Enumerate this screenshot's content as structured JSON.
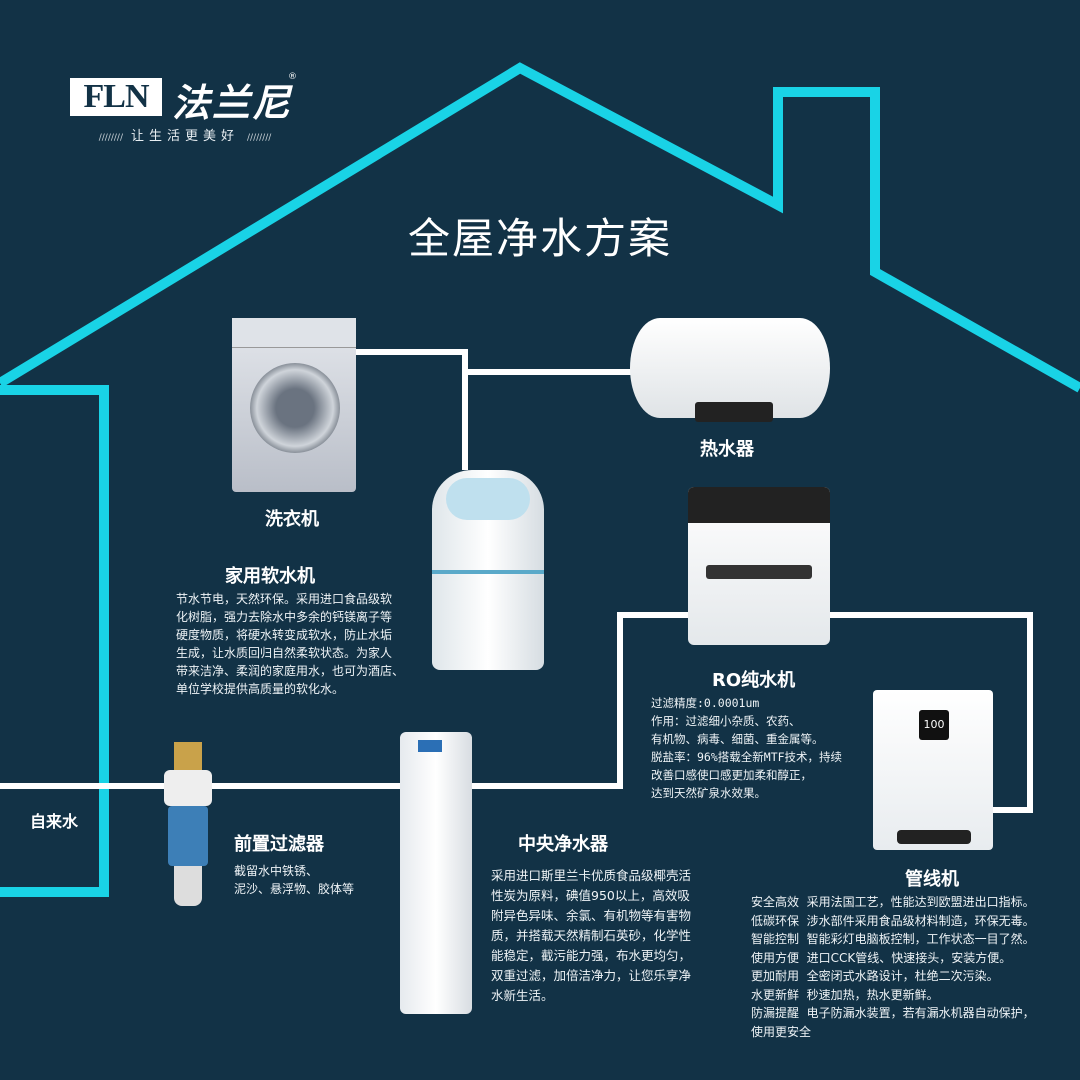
{
  "brand": {
    "logo_latin": "FLN",
    "logo_cn": "法兰尼",
    "registered": "®",
    "slogan": "让生活更美好"
  },
  "title": "全屋净水方案",
  "colors": {
    "background": "#123246",
    "house_outline": "#19d3e6",
    "pipes": "#ffffff"
  },
  "inlet": {
    "label": "自来水"
  },
  "washing_machine": {
    "label": "洗衣机"
  },
  "water_heater": {
    "label": "热水器"
  },
  "softener": {
    "label": "家用软水机",
    "desc": [
      "节水节电，天然环保。采用进口食品级软",
      "化树脂，强力去除水中多余的钙镁离子等",
      "硬度物质，将硬水转变成软水，防止水垢",
      "生成，让水质回归自然柔软状态。为家人",
      "带来洁净、柔润的家庭用水，也可为酒店、",
      "单位学校提供高质量的软化水。"
    ]
  },
  "ro": {
    "label": "RO纯水机",
    "desc": [
      "过滤精度:0.0001um",
      "作用：过滤细小杂质、农药、",
      "有机物、病毒、细菌、重金属等。",
      "脱盐率：96%搭载全新MTF技术，持续",
      "改善口感使口感更加柔和醇正，",
      "达到天然矿泉水效果。"
    ]
  },
  "prefilter": {
    "label": "前置过滤器",
    "desc": [
      "截留水中铁锈、",
      "泥沙、悬浮物、胶体等"
    ]
  },
  "central": {
    "label": "中央净水器",
    "desc": [
      "采用进口斯里兰卡优质食品级椰壳活",
      "性炭为原料，碘值950以上，高效吸",
      "附异色异味、余氯、有机物等有害物",
      "质，并搭载天然精制石英砂，化学性",
      "能稳定，截污能力强，布水更均匀，",
      "双重过滤，加倍洁净力，让您乐享净",
      "水新生活。"
    ]
  },
  "pipeline": {
    "label": "管线机",
    "display": "100",
    "features": [
      {
        "k": "安全高效",
        "v": "采用法国工艺，性能达到欧盟进出口指标。"
      },
      {
        "k": "低碳环保",
        "v": "涉水部件采用食品级材料制造，环保无毒。"
      },
      {
        "k": "智能控制",
        "v": "智能彩灯电脑板控制，工作状态一目了然。"
      },
      {
        "k": "使用方便",
        "v": "进口CCK管线、快速接头，安装方便。"
      },
      {
        "k": "更加耐用",
        "v": "全密闭式水路设计，杜绝二次污染。"
      },
      {
        "k": "水更新鲜",
        "v": "秒速加热，热水更新鲜。"
      },
      {
        "k": "防漏提醒",
        "v": "电子防漏水装置，若有漏水机器自动保护，"
      },
      {
        "k": "",
        "v": "使用更安全"
      }
    ]
  }
}
